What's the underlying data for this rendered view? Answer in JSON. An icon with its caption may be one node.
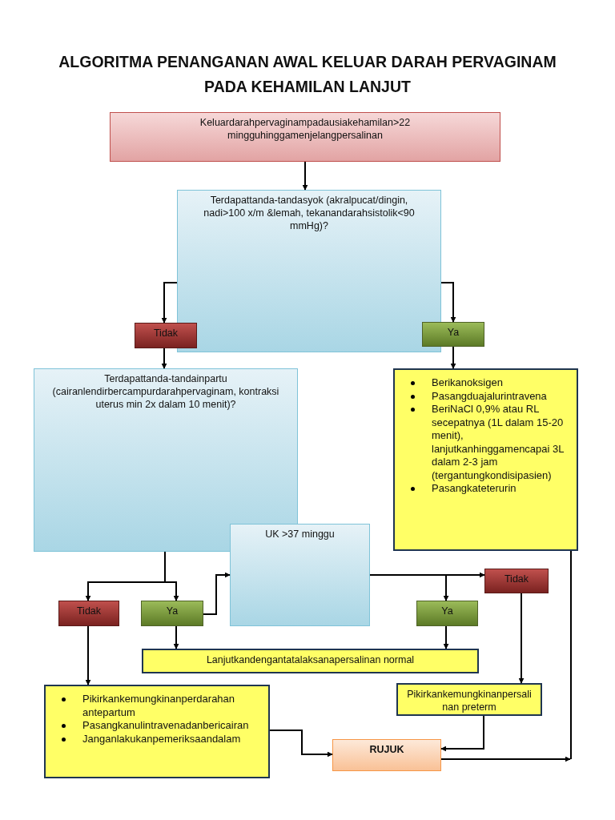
{
  "diagram": {
    "title": "ALGORITMA PENANGANAN AWAL KELUAR DARAH PERVAGINAM PADA KEHAMILAN LANJUT",
    "nodes": [
      {
        "text": [
          "Keluardarahpervaginampadausiakehamilan>22 mingguhinggamenjelangpersalinan"
        ]
      },
      {
        "text": [
          "Terdapattanda-tandasyok (akralpucat/dingin, nadi>100 x/m &lemah, tekanandarahsistolik<90 mmHg)?"
        ]
      },
      {
        "text": [
          "Tidak"
        ]
      },
      {
        "text": [
          "Ya"
        ]
      },
      {
        "text": [
          "Terdapattanda-tandainpartu (cairanlendirbercampurdarahpervaginam, kontraksi uterus min 2x dalam 10 menit)?"
        ]
      },
      {
        "text": [
          "Berikanoksigen",
          "Pasangduajalurintravena",
          "BeriNaCl 0,9% atau RL secepatnya (1L dalam 15-20 menit), lanjutkanhinggamencapai 3L dalam 2-3 jam (tergantungkondisipasien)",
          "Pasangkateterurin"
        ]
      },
      {
        "text": [
          "UK >37 minggu"
        ]
      },
      {
        "text": [
          "Tidak"
        ]
      },
      {
        "text": [
          "Ya"
        ]
      },
      {
        "text": [
          "Tidak"
        ]
      },
      {
        "text": [
          "Ya"
        ]
      },
      {
        "text": [
          "Lanjutkandengantatalaksanapersalinan normal"
        ]
      },
      {
        "text": [
          "Pikirkankemungkinanperdarahan antepartum",
          "Pasangkanulintravenadanbericairan",
          "Janganlakukanpemeriksaandalam"
        ]
      },
      {
        "text": [
          "Pikirkankemungkinanpersalinan preterm"
        ]
      },
      {
        "text": [
          "RUJUK"
        ]
      }
    ],
    "edges": [
      {
        "from": 0,
        "to": 1,
        "arrow": "to"
      },
      {
        "from": 1,
        "to": 2,
        "arrow": "to"
      },
      {
        "from": 1,
        "to": 3,
        "arrow": "to"
      },
      {
        "from": 2,
        "to": 4,
        "arrow": "to"
      },
      {
        "from": 3,
        "to": 5,
        "arrow": "to"
      },
      {
        "from": 4,
        "to": 7,
        "arrow": "to"
      },
      {
        "from": 4,
        "to": 8,
        "arrow": "to"
      },
      {
        "from": 8,
        "to": 6,
        "arrow": "to"
      },
      {
        "from": 6,
        "to": 9,
        "arrow": "to"
      },
      {
        "from": 6,
        "to": 10,
        "arrow": "to"
      },
      {
        "from": 8,
        "to": 11,
        "arrow": "to"
      },
      {
        "from": 10,
        "to": 11,
        "arrow": "to"
      },
      {
        "from": 7,
        "to": 12,
        "arrow": "to"
      },
      {
        "from": 9,
        "to": 13,
        "arrow": "to"
      },
      {
        "from": 12,
        "to": 14,
        "arrow": "to"
      },
      {
        "from": 13,
        "to": 14,
        "arrow": "to"
      },
      {
        "from": 14,
        "to": null,
        "arrow": "to"
      },
      {
        "from": 5,
        "to": null,
        "arrow": "none"
      }
    ]
  }
}
